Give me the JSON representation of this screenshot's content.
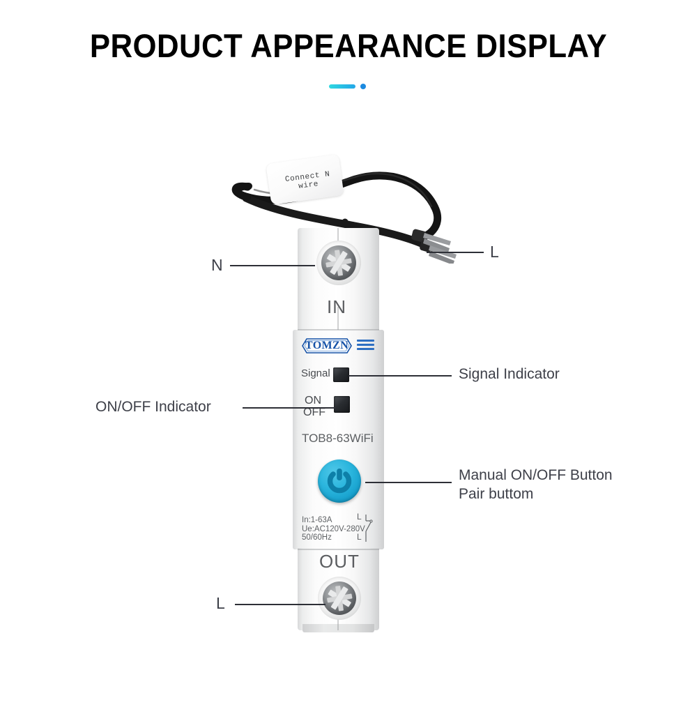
{
  "header": {
    "title": "PRODUCT APPEARANCE DISPLAY",
    "accent_gradient_from": "#2fd8e0",
    "accent_gradient_to": "#23a7e8",
    "accent_dot_color": "#1b8ae0"
  },
  "device": {
    "brand": "TOMZN",
    "model": "TOB8-63WiFi",
    "input_terminal_label": "IN",
    "output_terminal_label": "OUT",
    "signal_label": "Signal",
    "on_label": "ON",
    "off_label": "OFF",
    "wire_tag_text": "Connect N wire",
    "power_button_color": "#1fa9d4",
    "specs": {
      "current": "In:1-63A",
      "voltage": "Ue:AC120V-280V",
      "frequency": "50/60Hz",
      "diagram_top_label": "L",
      "diagram_bottom_label": "L"
    }
  },
  "callouts": {
    "n_terminal": "N",
    "l_wire": "L",
    "signal_indicator": "Signal Indicator",
    "onoff_indicator": "ON/OFF Indicator",
    "manual_button": "Manual ON/OFF Button\nPair buttom",
    "l_output": "L"
  }
}
